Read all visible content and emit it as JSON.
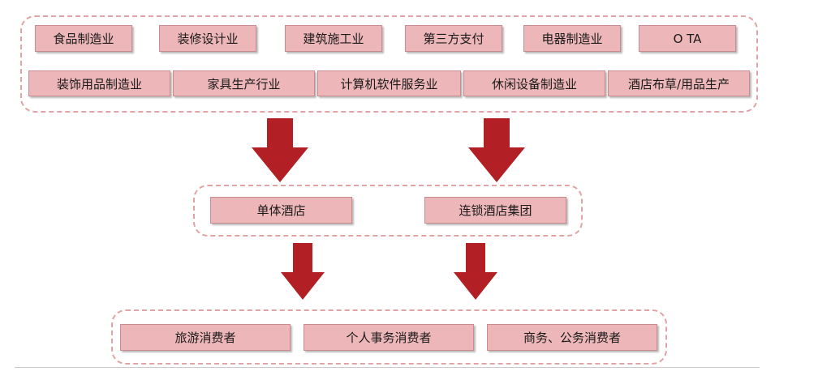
{
  "upstream": {
    "row1": [
      "食品制造业",
      "装修设计业",
      "建筑施工业",
      "第三方支付",
      "电器制造业",
      "O TA"
    ],
    "row2": [
      "装饰用品制造业",
      "家具生产行业",
      "计算机软件服务业",
      "休闲设备制造业",
      "酒店布草/用品生产"
    ]
  },
  "midstream": [
    "单体酒店",
    "连锁酒店集团"
  ],
  "downstream": [
    "旅游消费者",
    "个人事务消费者",
    "商务、公务消费者"
  ],
  "colors": {
    "box_fill": "#edb6b8",
    "box_border": "#c98b8e",
    "group_border": "#e2a3a6",
    "arrow": "#b21f25"
  }
}
